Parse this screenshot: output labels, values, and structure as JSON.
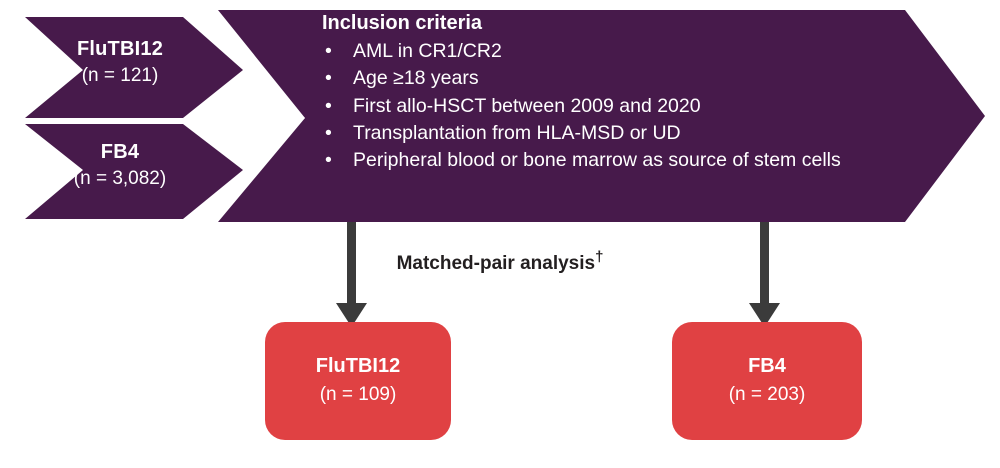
{
  "diagram": {
    "type": "flowchart",
    "colors": {
      "purple": "#471A4B",
      "red": "#E04143",
      "arrow_gray": "#3B3B3B",
      "text_dark": "#231F20",
      "white": "#FFFFFF"
    },
    "cohorts": [
      {
        "name": "FluTBI12",
        "count_label": "(n = 121)"
      },
      {
        "name": "FB4",
        "count_label": "(n = 3,082)"
      }
    ],
    "inclusion": {
      "heading": "Inclusion criteria",
      "bullet_glyph": "•",
      "items": [
        "AML in CR1/CR2",
        "Age ≥18 years",
        "First allo-HSCT between 2009 and 2020",
        "Transplantation from HLA-MSD or UD",
        "Peripheral blood or bone marrow as source of stem cells"
      ]
    },
    "middle": {
      "label": "Matched-pair analysis",
      "footnote_marker": "†"
    },
    "results": [
      {
        "name": "FluTBI12",
        "count_label": "(n = 109)"
      },
      {
        "name": "FB4",
        "count_label": "(n = 203)"
      }
    ]
  }
}
